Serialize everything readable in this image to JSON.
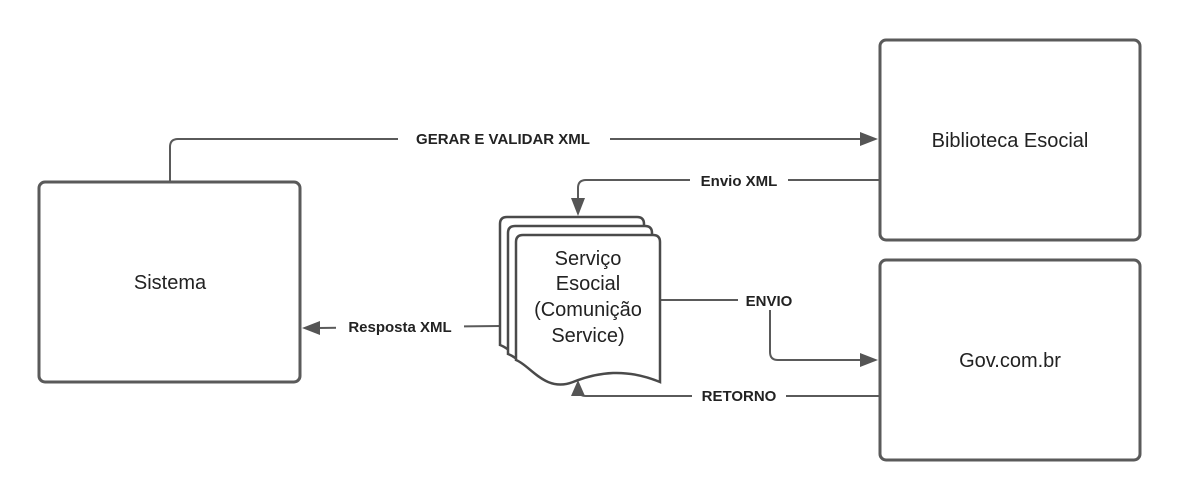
{
  "nodes": {
    "sistema": "Sistema",
    "biblioteca": "Biblioteca Esocial",
    "servico": [
      "Serviço",
      "Esocial",
      "(Comunição",
      "Service)"
    ],
    "gov": "Gov.com.br"
  },
  "edges": {
    "gerar": "GERAR E VALIDAR XML",
    "envio_xml": "Envio XML",
    "envio": "ENVIO",
    "resposta": "Resposta XML",
    "retorno": "RETORNO"
  },
  "colors": {
    "stroke": "#5a5a5a",
    "text": "#222222",
    "background": "#ffffff"
  }
}
